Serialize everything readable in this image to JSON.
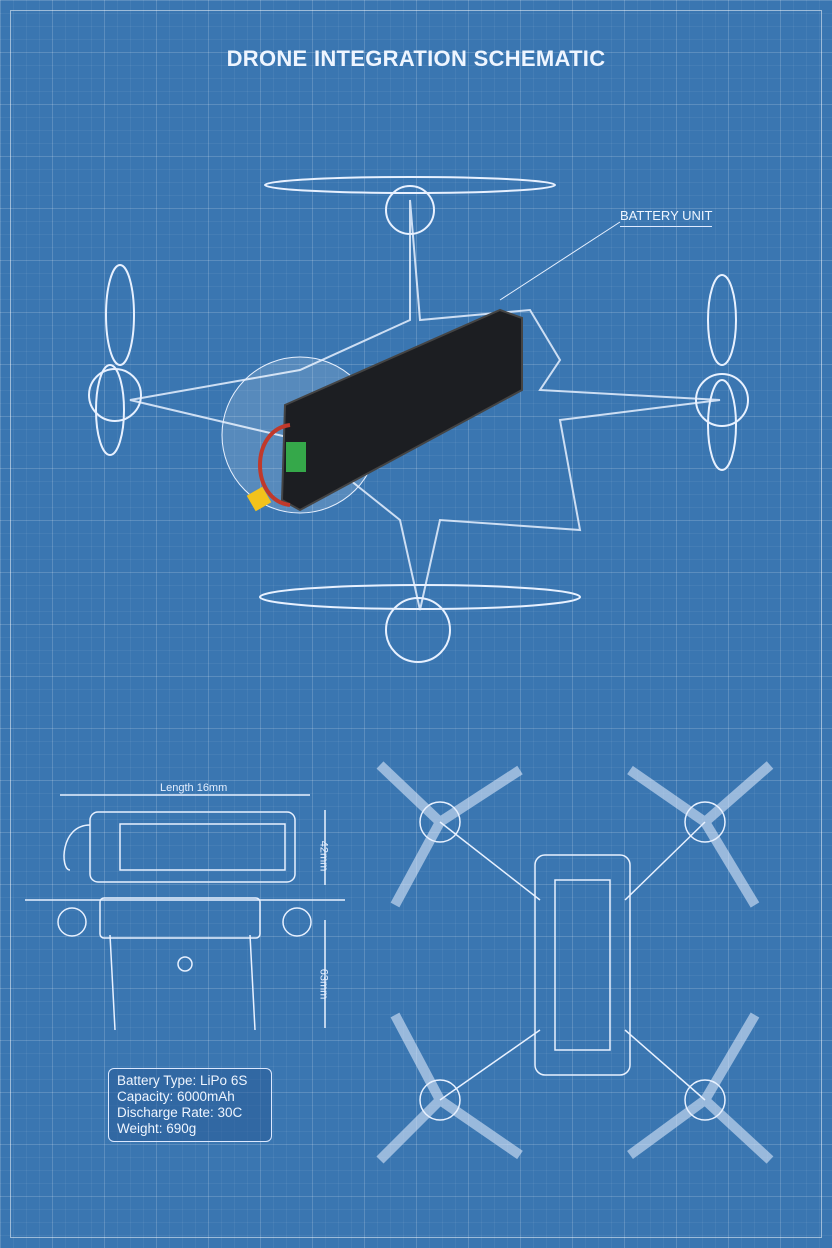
{
  "title": "DRONE INTEGRATION SCHEMATIC",
  "callout": "BATTERY UNIT",
  "dimensions": {
    "length": "Length 16mm",
    "height_battery": "42mm",
    "height_drone": "63mm"
  },
  "specs": [
    "Battery Type: LiPo 6S",
    "Capacity: 6000mAh",
    "Discharge Rate: 30C",
    "Weight: 690g"
  ],
  "colors": {
    "background": "#3a76b1",
    "line": "#e8f1ff",
    "battery": "#1c1e22",
    "connector": "#f2c21b",
    "wire": "#c0392b"
  }
}
